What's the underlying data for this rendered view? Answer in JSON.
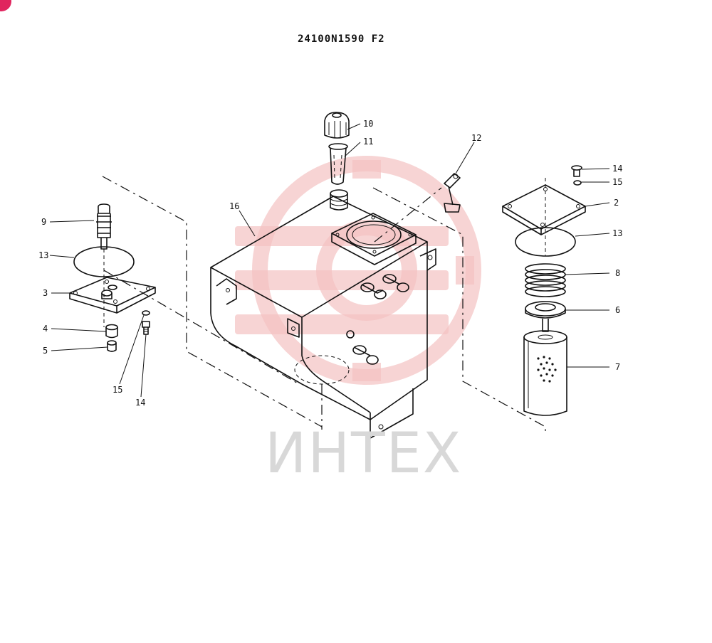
{
  "title": "24100N1590 F2",
  "watermark": {
    "text": "ИНТЕХ",
    "color": "#d8d8d8",
    "gear_color": "#f3c2c2"
  },
  "corner_badge_color": "#e0245e",
  "callouts": {
    "c2": "2",
    "c3": "3",
    "c4": "4",
    "c5": "5",
    "c6": "6",
    "c7": "7",
    "c8": "8",
    "c9": "9",
    "c10": "10",
    "c11": "11",
    "c12": "12",
    "c13_left": "13",
    "c13_right": "13",
    "c14_left": "14",
    "c14_right": "14",
    "c15_left": "15",
    "c15_right": "15",
    "c16": "16"
  }
}
